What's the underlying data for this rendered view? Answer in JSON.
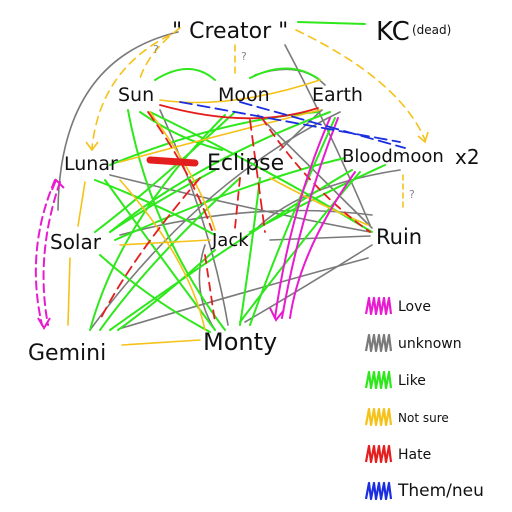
{
  "nodes": {
    "creator": "\" Creator \"",
    "kc": "KC",
    "kc_note": "(dead)",
    "sun": "Sun",
    "moon": "Moon",
    "earth": "Earth",
    "lunar": "Lunar",
    "eclipse": "Eclipse",
    "bloodmoon": "Bloodmoon",
    "bloodmoon_mult": "x2",
    "solar": "Solar",
    "jack": "Jack",
    "ruin": "Ruin",
    "gemini": "Gemini",
    "monty": "Monty"
  },
  "question_mark": "?",
  "legend": [
    {
      "key": "love",
      "label": "Love",
      "color": "#e81bd0"
    },
    {
      "key": "unknown",
      "label": "unknown",
      "color": "#7a7a7a"
    },
    {
      "key": "like",
      "label": "Like",
      "color": "#2ee81b"
    },
    {
      "key": "not_sure",
      "label": "Not sure",
      "color": "#f5c21a"
    },
    {
      "key": "hate",
      "label": "Hate",
      "color": "#e41e1e"
    },
    {
      "key": "them_neu",
      "label": "Them/neu",
      "color": "#1b2ee0"
    }
  ]
}
